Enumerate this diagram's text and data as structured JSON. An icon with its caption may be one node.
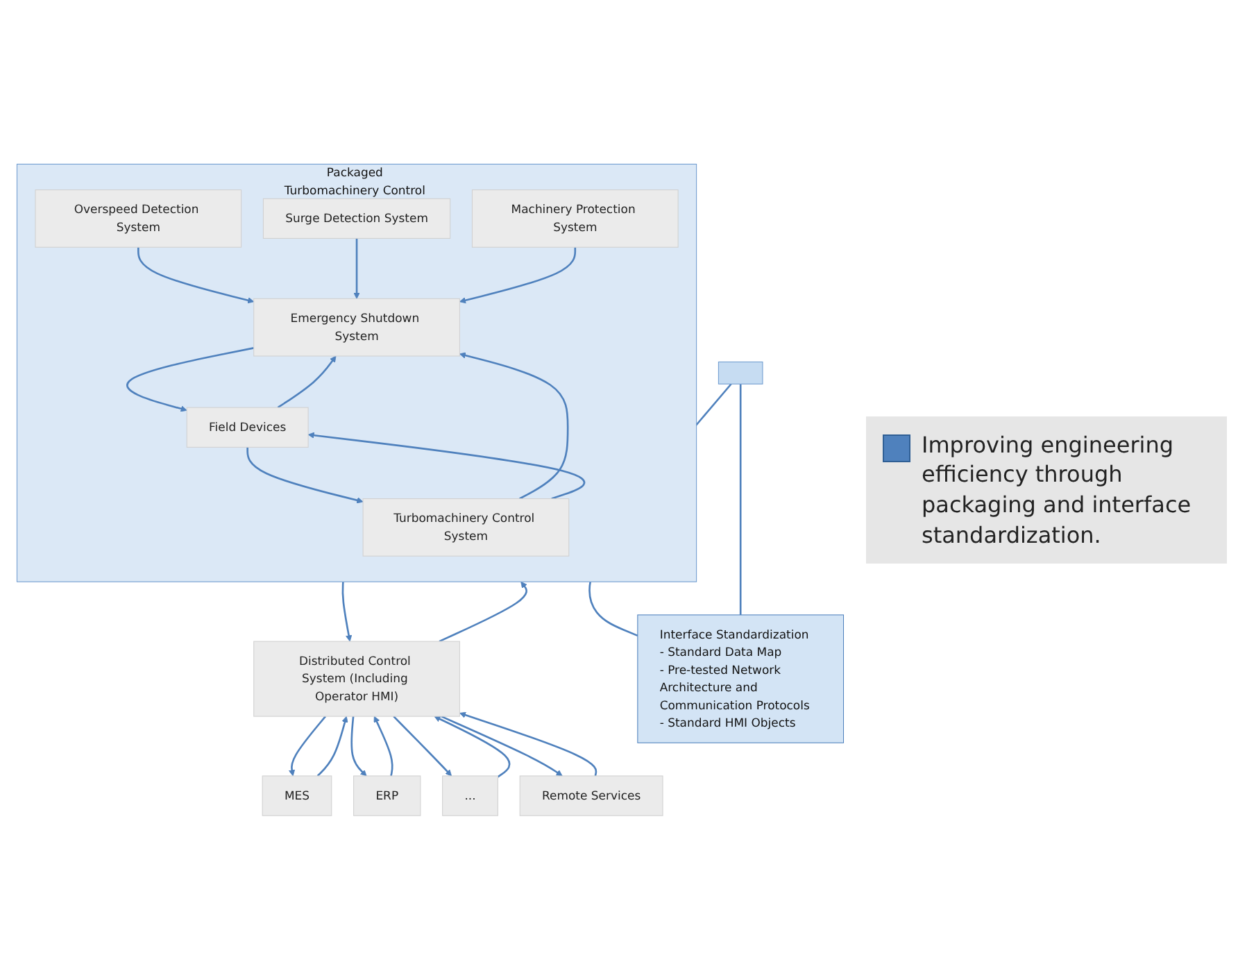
{
  "diagram": {
    "nodes": [
      {
        "text": [
          "MES"
        ]
      },
      {
        "text": [
          "ERP"
        ]
      },
      {
        "text": [
          "..."
        ]
      },
      {
        "text": [
          "Remote Services"
        ]
      },
      {
        "text": [
          "Distributed Control System (Including Operator HMI)"
        ]
      },
      {
        "text": [],
        "shape": "bar"
      },
      {
        "text": [
          "Interface Standardization",
          "- Standard Data Map",
          "- Pre-tested Network Architecture and Communication Protocols",
          "- Standard HMI Objects"
        ]
      },
      {
        "text": [
          "Packaged Turbomachinery Control Solution"
        ]
      },
      {
        "text": [
          "Overspeed Detection System"
        ],
        "in": 7
      },
      {
        "text": [
          "Surge Detection System"
        ],
        "in": 7
      },
      {
        "text": [
          "Machinery Protection System"
        ],
        "in": 7
      },
      {
        "text": [
          "Turbomachinery Control System"
        ],
        "in": 7
      },
      {
        "text": [
          "Emergency Shutdown System"
        ],
        "in": 7
      },
      {
        "text": [
          "Field Devices"
        ],
        "in": 7
      }
    ],
    "edges": [
      {
        "from": 0,
        "to": 4,
        "arrow": "to"
      },
      {
        "from": 4,
        "to": 0,
        "arrow": "to"
      },
      {
        "from": 1,
        "to": 4,
        "arrow": "to"
      },
      {
        "from": 4,
        "to": 1,
        "arrow": "to"
      },
      {
        "from": 2,
        "to": 4,
        "arrow": "to"
      },
      {
        "from": 4,
        "to": 2,
        "arrow": "to"
      },
      {
        "from": 3,
        "to": 4,
        "arrow": "to"
      },
      {
        "from": 4,
        "to": 3,
        "arrow": "to"
      },
      {
        "from": 4,
        "to": 7,
        "arrow": "to"
      },
      {
        "from": 7,
        "to": 4,
        "arrow": "to"
      },
      {
        "from": 5,
        "to": 6,
        "arrow": "none"
      },
      {
        "from": 5,
        "to": 6,
        "arrow": "none"
      },
      {
        "from": 8,
        "to": 12,
        "arrow": "to"
      },
      {
        "from": 9,
        "to": 12,
        "arrow": "to"
      },
      {
        "from": 10,
        "to": 12,
        "arrow": "to"
      },
      {
        "from": 11,
        "to": 12,
        "arrow": "to"
      },
      {
        "from": 11,
        "to": 13,
        "arrow": "to"
      },
      {
        "from": 13,
        "to": 11,
        "arrow": "to"
      },
      {
        "from": 12,
        "to": 13,
        "arrow": "to"
      },
      {
        "from": 13,
        "to": 12,
        "arrow": "to"
      }
    ],
    "legend": [
      {
        "text": "Improving engineering efficiency through packaging and interface standardization.",
        "color": "#4f81bd"
      }
    ]
  }
}
